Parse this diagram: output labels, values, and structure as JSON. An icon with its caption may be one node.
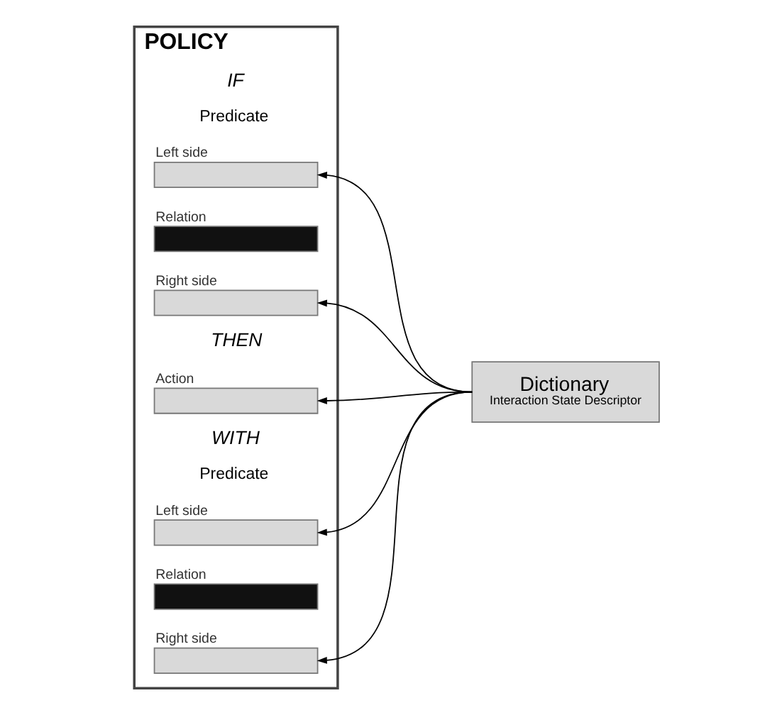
{
  "diagram": {
    "nodes": [
      {
        "text": [
          "POLICY"
        ]
      },
      {
        "text": [
          "Left side"
        ],
        "in": 0
      },
      {
        "text": [
          "Relation"
        ],
        "in": 0
      },
      {
        "text": [
          "Right side"
        ],
        "in": 0
      },
      {
        "text": [
          "Action"
        ],
        "in": 0
      },
      {
        "text": [
          "Left side"
        ],
        "in": 0
      },
      {
        "text": [
          "Relation"
        ],
        "in": 0
      },
      {
        "text": [
          "Right side"
        ],
        "in": 0
      },
      {
        "text": [
          "Dictionary",
          "Interaction State Descriptor"
        ]
      }
    ],
    "edges": [
      {
        "from": 8,
        "to": 1,
        "arrow": "to"
      },
      {
        "from": 8,
        "to": 3,
        "arrow": "to"
      },
      {
        "from": 8,
        "to": 4,
        "arrow": "to"
      },
      {
        "from": 8,
        "to": 5,
        "arrow": "to"
      },
      {
        "from": 8,
        "to": 7,
        "arrow": "to"
      }
    ],
    "labels": [
      "IF",
      "Predicate",
      "THEN",
      "WITH",
      "Predicate"
    ]
  }
}
